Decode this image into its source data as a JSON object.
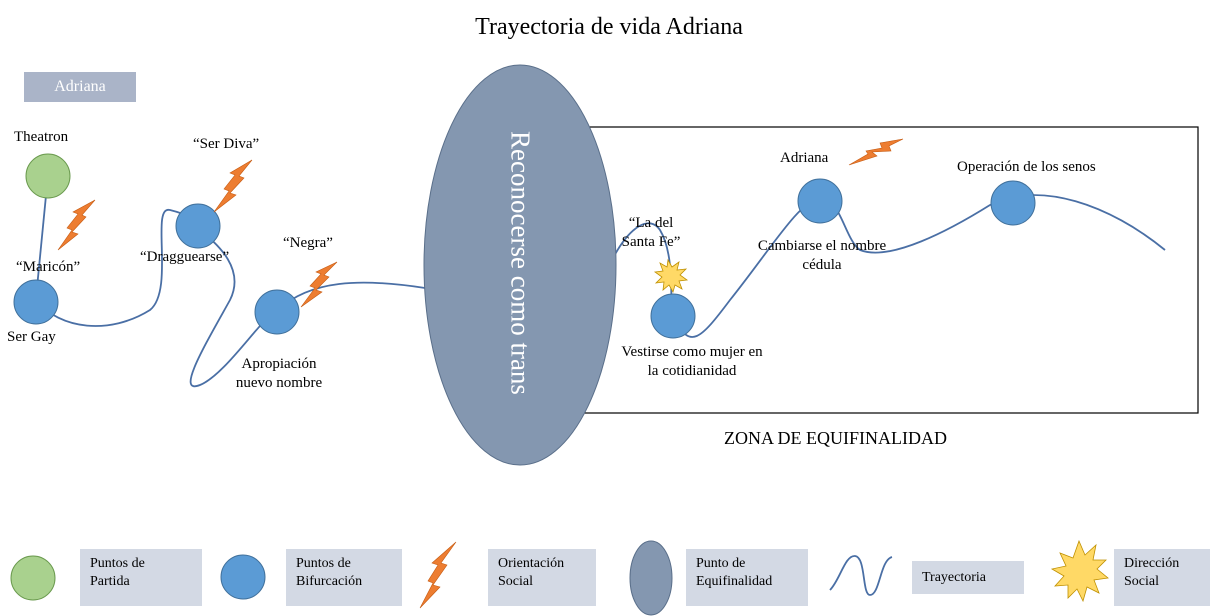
{
  "title": "Trayectoria de vida Adriana",
  "name_box": "Adriana",
  "central_ellipse": "Reconocerse como trans",
  "zone_label": "ZONA DE EQUIFINALIDAD",
  "labels": {
    "theatron": "Theatron",
    "maricon": "“Maricón”",
    "ser_gay": "Ser Gay",
    "ser_diva": "“Ser Diva”",
    "dragguearse": "“Dragguearse”",
    "negra": "“Negra”",
    "apropiacion_1": "Apropiación",
    "apropiacion_2": "nuevo nombre",
    "la_del_1": "“La del",
    "la_del_2": "Santa Fe”",
    "vestirse_1": "Vestirse como mujer en",
    "vestirse_2": "la cotidianidad",
    "adriana": "Adriana",
    "cambiarse_1": "Cambiarse el nombre",
    "cambiarse_2": "cédula",
    "operacion": "Operación de los senos"
  },
  "legend": {
    "partida": [
      "Puntos de",
      "Partida"
    ],
    "bifurcacion": [
      "Puntos de",
      "Bifurcación"
    ],
    "orientacion": [
      "Orientación",
      "Social"
    ],
    "equifinalidad": [
      "Punto de",
      "Equifinalidad"
    ],
    "trayectoria": "Trayectoria",
    "direccion": [
      "Dirección",
      "Social"
    ]
  },
  "colors": {
    "green": "#a9d18e",
    "blue": "#5b9bd5",
    "ellipse": "#8497b0",
    "orange": "#ed7d31",
    "yellow": "#ffd966",
    "line": "#4a6fa5",
    "legend_bg": "#d3d9e4"
  }
}
